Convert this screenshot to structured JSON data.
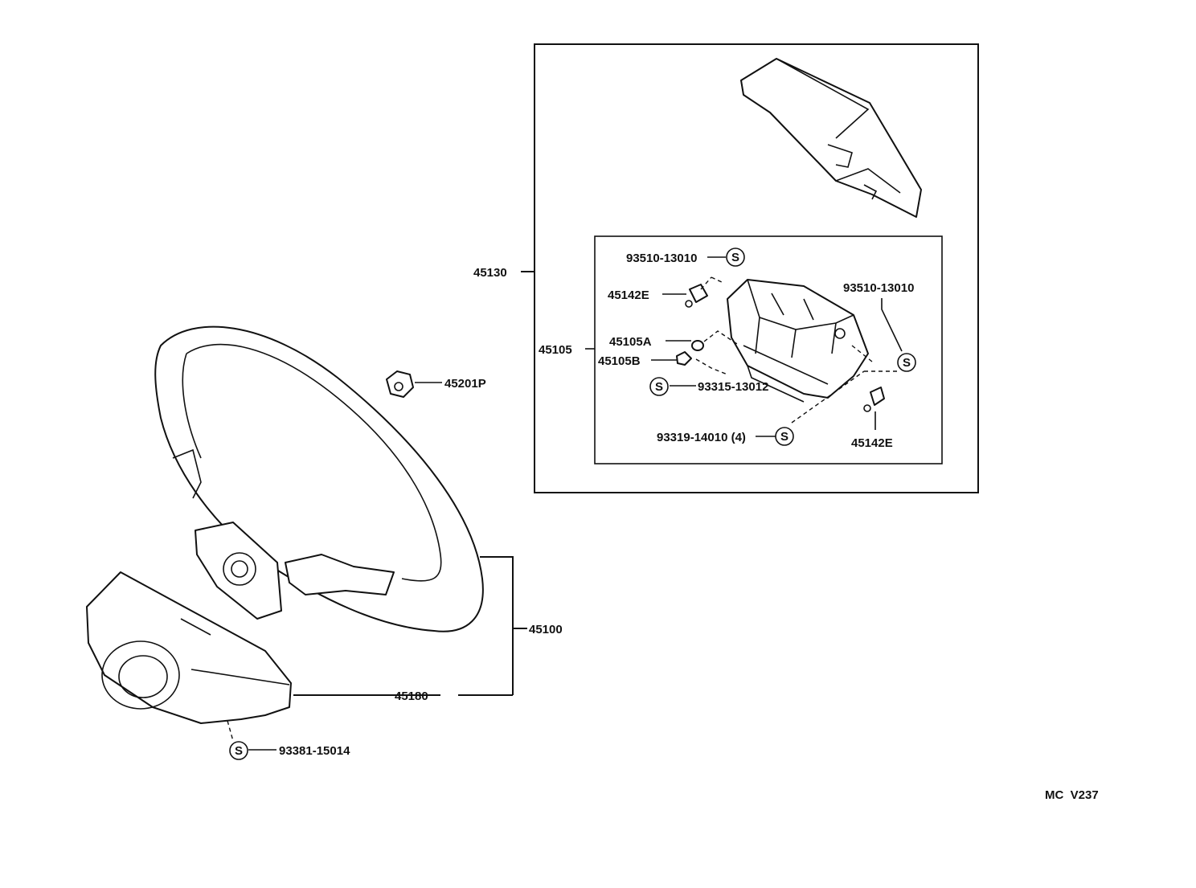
{
  "labels": {
    "l45130": "45130",
    "l45105": "45105",
    "l93510_top": "93510-13010",
    "l45142e_top": "45142E",
    "l93510_right": "93510-13010",
    "l45105a": "45105A",
    "l45105b": "45105B",
    "l93315": "93315-13012",
    "l93319": "93319-14010 (4)",
    "l45142e_bot": "45142E",
    "l45201p": "45201P",
    "l45100": "45100",
    "l45180": "45180",
    "l93381": "93381-15014"
  },
  "symbol": "S",
  "footer_code": "MC  V237"
}
